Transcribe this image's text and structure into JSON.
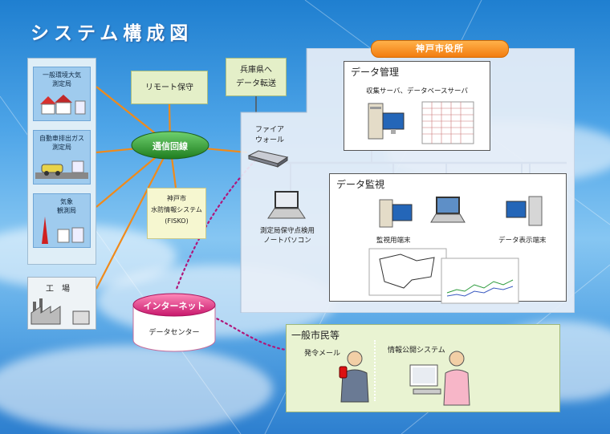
{
  "title": "システム構成図",
  "colors": {
    "link_orange": "#f08a1a",
    "internet_dotted": "#b0167a",
    "network_blue": "#1d4f9a",
    "comm_green": "#2d8a2d",
    "kobe_orange": "#f27d10"
  },
  "stations": [
    {
      "label": "一般環境大気\n測定局",
      "icon": "houses-icon"
    },
    {
      "label": "自動車排出ガス\n測定局",
      "icon": "car-road-icon"
    },
    {
      "label": "気象\n観測局",
      "icon": "port-tower-icon"
    }
  ],
  "factory": {
    "label": "工場",
    "icon": "factory-icon"
  },
  "remote_maintenance": "リモート保守",
  "hyogo_transfer": "兵庫県へ\nデータ転送",
  "comm_line": "通信回線",
  "fisko": {
    "line1": "神戸市",
    "line2": "水防情報システム",
    "line3": "(FISKO)"
  },
  "firewall": "ファイア\nウォール",
  "internet": "インターネット",
  "data_center": "データセンター",
  "kobe_city": "神戸市役所",
  "data_management": {
    "title": "データ管理",
    "servers_label": "収集サーバ、データベースサーバ"
  },
  "data_monitoring": {
    "title": "データ監視",
    "monitor_terminal": "監視用端末",
    "display_terminal": "データ表示端末"
  },
  "notebook": "測定局保守点検用\nノートパソコン",
  "citizens": {
    "title": "一般市民等",
    "mail": "発令メール",
    "info_system": "情報公開システム"
  }
}
